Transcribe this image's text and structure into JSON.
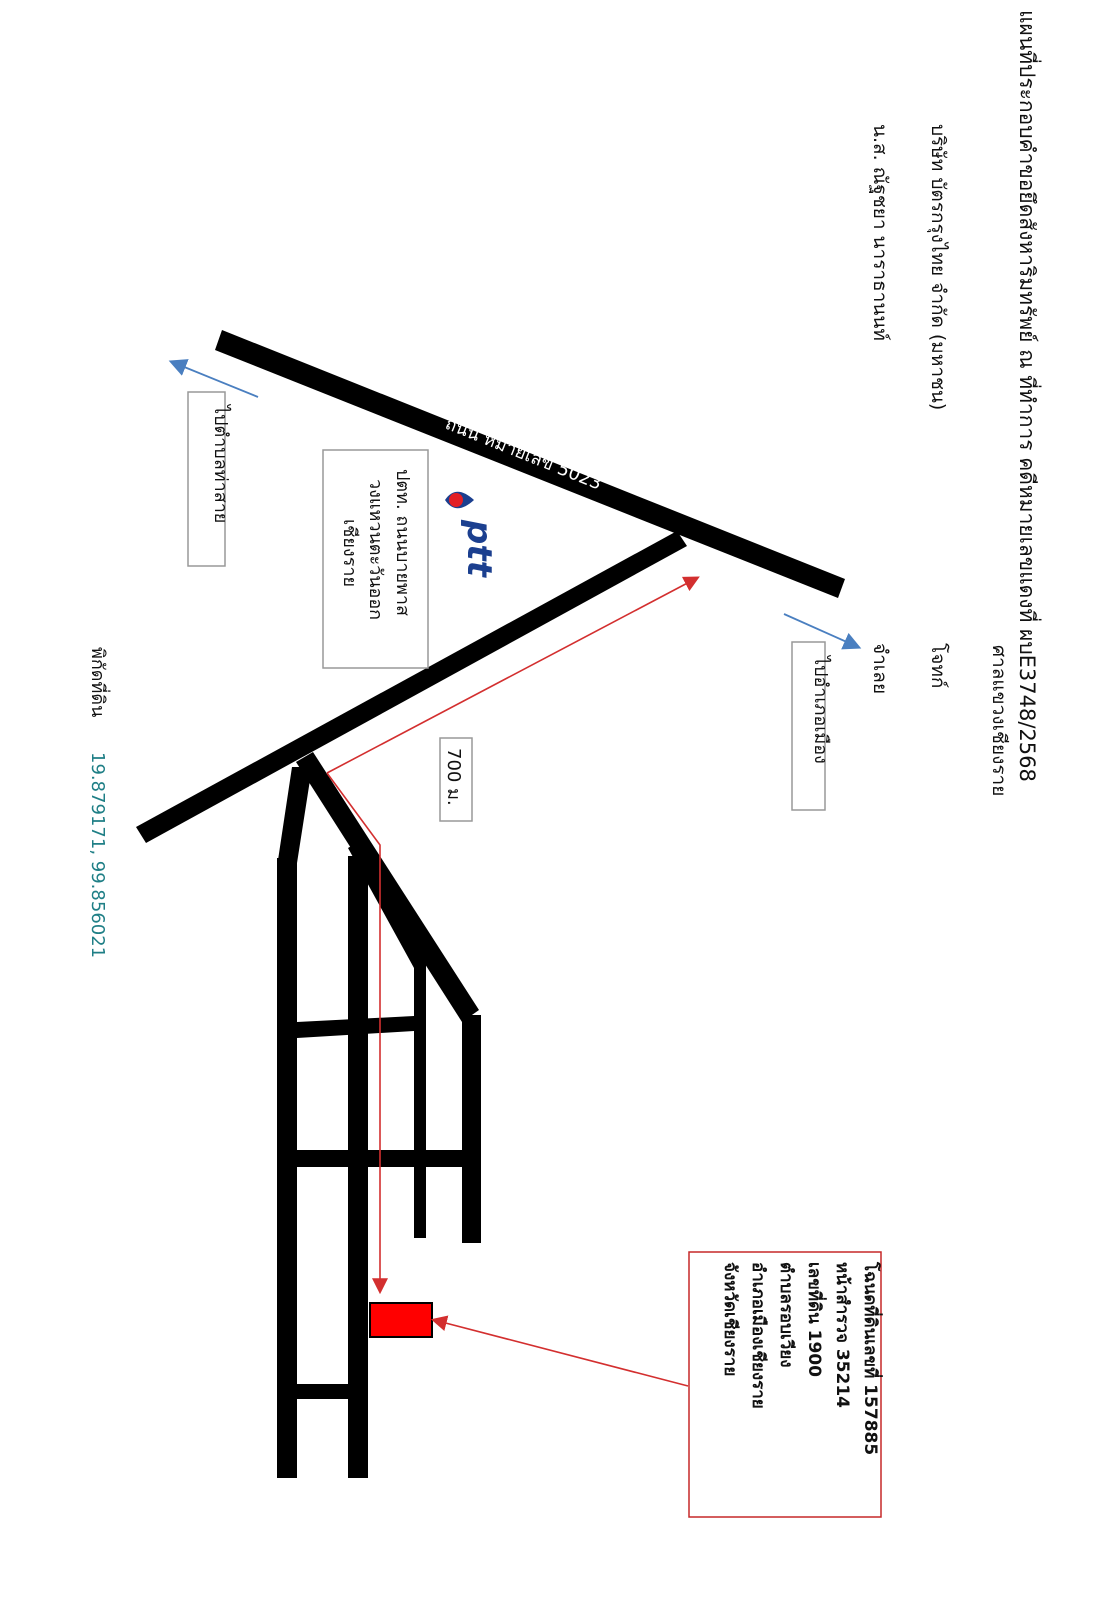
{
  "header": {
    "line1": "แผนที่ประกอบคำขอยึดสังหาริมทรัพย์ ณ ที่ทำการ คดีหมายเลขแดงที่ ผบE3748/2568",
    "line2": "ศาลแขวงเชียงราย",
    "plaintiff_name": "บริษัท บัตรกรุงไทย จำกัด (มหาชน)",
    "plaintiff_role": "โจทก์",
    "defendant_name": "น.ส. ณัฐชยา นาราธานนท์",
    "defendant_role": "จำเลย"
  },
  "road_label": "ถนน หมายเลข 5023",
  "direction_left": "ไปตำบลท่าสาย",
  "direction_right": "ไปอำเภอเมือง",
  "ptt": {
    "logo_text": "ptt",
    "line1": "ปตท. ถนนบายพาส",
    "line2": "วงแหวนตะวันออก",
    "line3": "เชียงราย"
  },
  "distance_label": "700 ม.",
  "property": {
    "line1": "โฉนดที่ดินเลขที่ 157885",
    "line2": "หน้าสำรวจ  35214",
    "line3": "เลขที่ดิน 1900",
    "line4": "ตำบลรอบเวียง",
    "line5": "อำเภอเมืองเชียงราย",
    "line6": "จังหวัดเชียงราย"
  },
  "coordinates": {
    "label": "พิกัดที่ดิน",
    "value": "19.879171, 99.856021"
  },
  "colors": {
    "road": "#000000",
    "route": "#d32f2f",
    "direction_arrow": "#4a7fc0",
    "target": "#ff0000",
    "coord_text": "#1f7f86",
    "ptt_blue": "#1b3f8f",
    "ptt_red": "#e31e24"
  }
}
